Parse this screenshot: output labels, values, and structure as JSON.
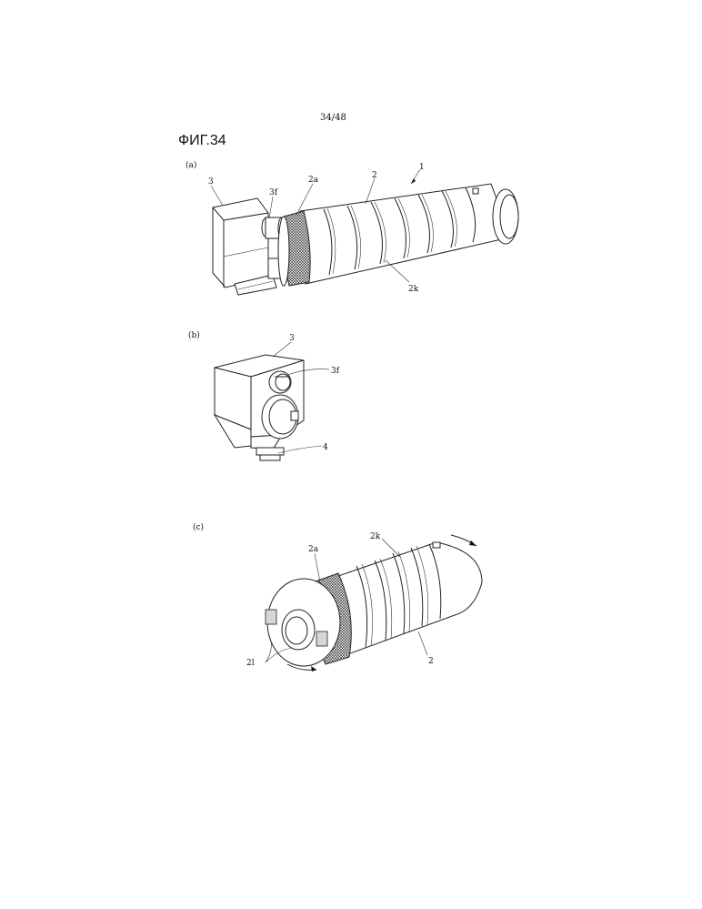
{
  "page": {
    "number": "34/48"
  },
  "figure": {
    "title": "ФИГ.34"
  },
  "panels": {
    "a": {
      "label": "(a)",
      "refs": {
        "r3": "3",
        "r3f": "3f",
        "r2a": "2a",
        "r2": "2",
        "r1": "1",
        "r2k": "2k"
      }
    },
    "b": {
      "label": "(b)",
      "refs": {
        "r3": "3",
        "r3f": "3f",
        "r4": "4"
      }
    },
    "c": {
      "label": "(c)",
      "refs": {
        "r2k": "2k",
        "r2a": "2a",
        "r2l": "2l",
        "r2": "2"
      }
    }
  }
}
